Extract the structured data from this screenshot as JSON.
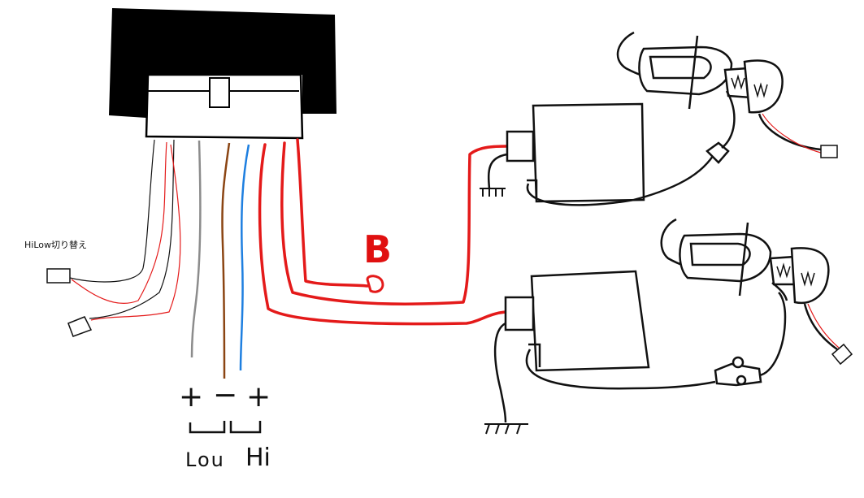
{
  "labels": {
    "hilow_switch": "HiLow切り替え",
    "plus_low": "+",
    "minus": "−",
    "plus_hi": "+",
    "low": "Lou",
    "hi": "Hi",
    "relay_mark": "B"
  },
  "colors": {
    "red_wire": "#e41a1a",
    "gray_wire": "#8c8c8c",
    "brown_wire": "#8b4513",
    "blue_wire": "#1e7fe0",
    "ink": "#111111"
  }
}
